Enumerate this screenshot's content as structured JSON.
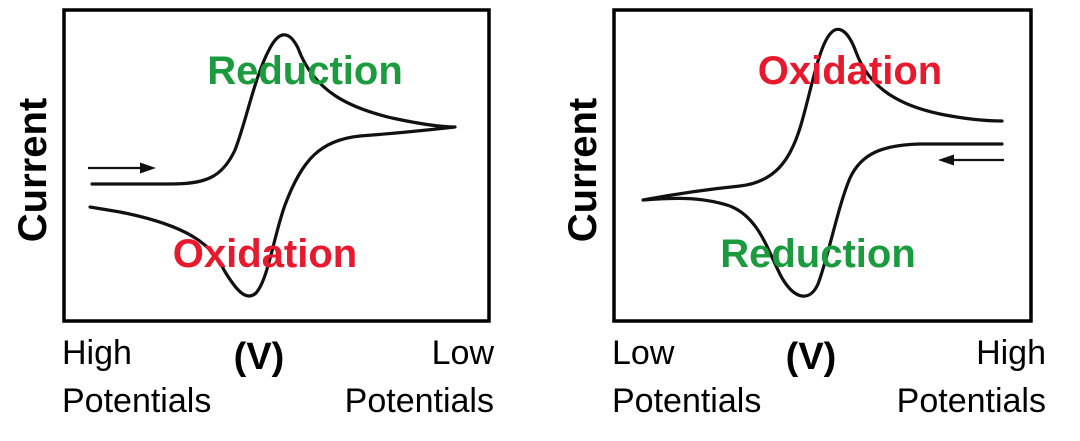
{
  "colors": {
    "reduction": "#1a9c3e",
    "oxidation": "#e8192c",
    "curve": "#111111"
  },
  "left_panel": {
    "y_label": "Current",
    "top_label": "Reduction",
    "bottom_label": "Oxidation",
    "x_unit": "(V)",
    "x_left_line1": "High",
    "x_left_line2": "Potentials",
    "x_right_line1": "Low",
    "x_right_line2": "Potentials",
    "arrow_icon": "right-arrow-icon"
  },
  "right_panel": {
    "y_label": "Current",
    "top_label": "Oxidation",
    "bottom_label": "Reduction",
    "x_unit": "(V)",
    "x_left_line1": "Low",
    "x_left_line2": "Potentials",
    "x_right_line1": "High",
    "x_right_line2": "Potentials",
    "arrow_icon": "left-arrow-icon"
  }
}
